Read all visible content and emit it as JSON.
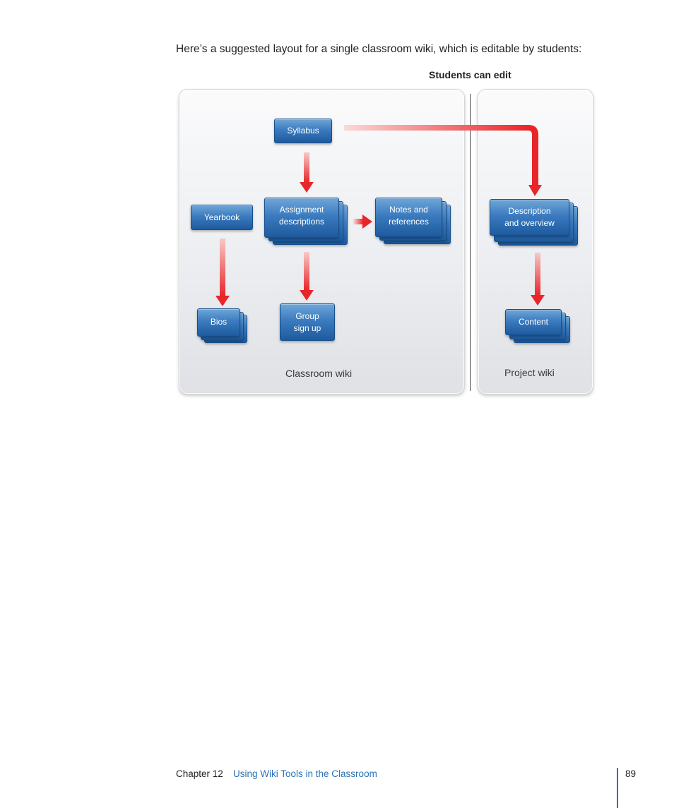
{
  "intro_text": "Here’s a suggested layout for a single classroom wiki, which is editable by students:",
  "diagram": {
    "students_can_edit_label": "Students can edit",
    "classroom_panel_label": "Classroom wiki",
    "project_panel_label": "Project wiki",
    "nodes": {
      "syllabus": "Syllabus",
      "yearbook": "Yearbook",
      "assignment_descriptions": "Assignment\ndescriptions",
      "notes_and_references": "Notes and\nreferences",
      "bios": "Bios",
      "group_sign_up": "Group\nsign up",
      "description_and_overview": "Description\nand overview",
      "content": "Content"
    },
    "colors": {
      "box_blue": "#3b7bbf",
      "arrow_red": "#e8262a"
    }
  },
  "footer": {
    "chapter": "Chapter 12",
    "chapter_title": "Using Wiki Tools in the Classroom",
    "page_number": "89"
  }
}
